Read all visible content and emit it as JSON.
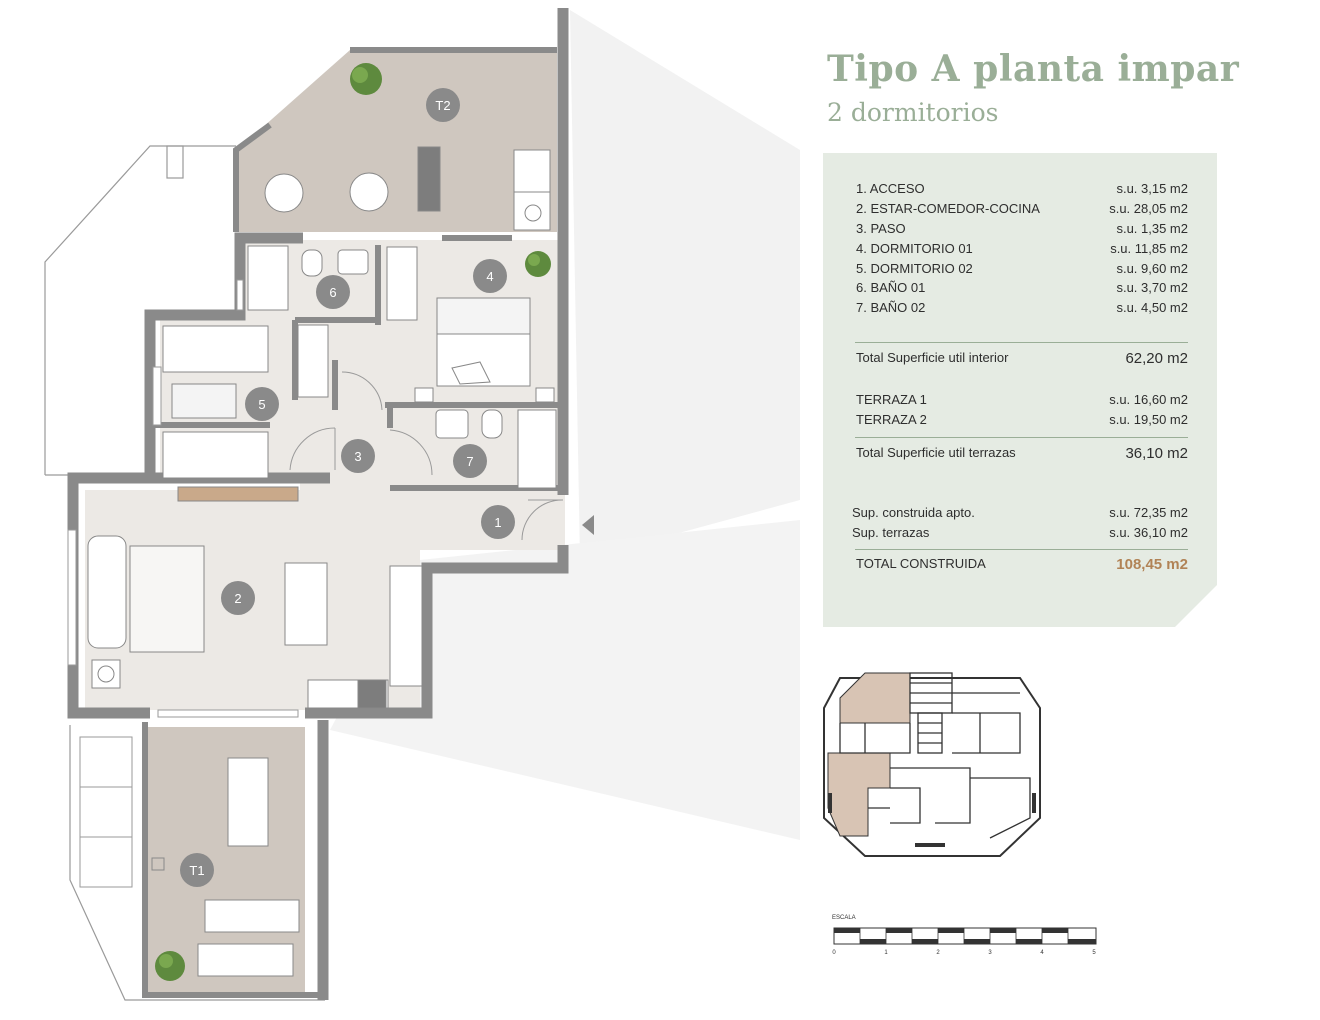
{
  "header": {
    "title": "Tipo A planta impar",
    "subtitle": "2 dormitorios"
  },
  "rooms": [
    {
      "label": "1. ACCESO",
      "area": "s.u.  3,15 m2"
    },
    {
      "label": "2. ESTAR-COMEDOR-COCINA",
      "area": "s.u. 28,05 m2"
    },
    {
      "label": "3. PASO",
      "area": "s.u.  1,35 m2"
    },
    {
      "label": "4. DORMITORIO 01",
      "area": "s.u. 11,85 m2"
    },
    {
      "label": "5. DORMITORIO 02",
      "area": "s.u.  9,60 m2"
    },
    {
      "label": "6. BAÑO 01",
      "area": "s.u.  3,70 m2"
    },
    {
      "label": "7. BAÑO 02",
      "area": "s.u.  4,50 m2"
    }
  ],
  "total_interior": {
    "label": "Total Superficie util interior",
    "value": "62,20 m2"
  },
  "terraces": [
    {
      "label": "TERRAZA 1",
      "area": "s.u. 16,60 m2"
    },
    {
      "label": "TERRAZA 2",
      "area": "s.u. 19,50 m2"
    }
  ],
  "total_terraces": {
    "label": "Total Superficie util terrazas",
    "value": "36,10 m2"
  },
  "built": [
    {
      "label": "Sup. construida apto.",
      "area": "s.u. 72,35 m2"
    },
    {
      "label": "Sup. terrazas",
      "area": "s.u. 36,10 m2"
    }
  ],
  "total_built": {
    "label": "TOTAL CONSTRUIDA",
    "value": "108,45 m2"
  },
  "plan_markers": [
    "1",
    "2",
    "3",
    "4",
    "5",
    "6",
    "7",
    "T1",
    "T2"
  ],
  "scale": {
    "label": "ESCALA",
    "ticks": [
      "0",
      "1",
      "2",
      "3",
      "4",
      "5"
    ]
  },
  "colors": {
    "accent": "#9aae97",
    "panel": "#e5ebe3",
    "highlight": "#b18356",
    "wall": "#8a8a8a",
    "floor": "#ece9e5",
    "terrace": "#cfc7bf"
  }
}
